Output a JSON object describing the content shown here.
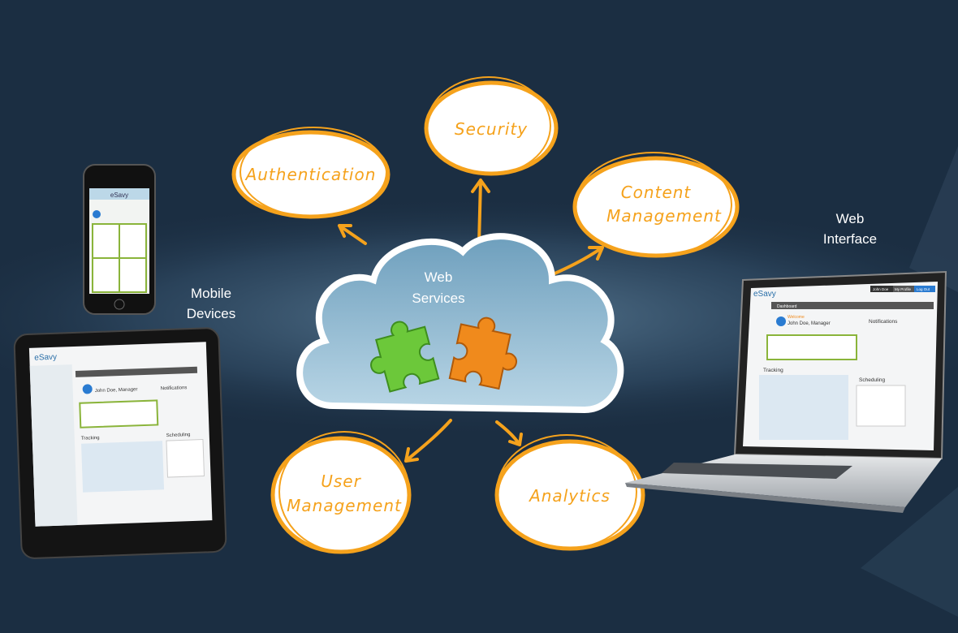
{
  "center": {
    "title_line1": "Web",
    "title_line2": "Services"
  },
  "labels": {
    "mobile_line1": "Mobile",
    "mobile_line2": "Devices",
    "web_line1": "Web",
    "web_line2": "Interface"
  },
  "features": {
    "authentication": "Authentication",
    "security": "Security",
    "content_line1": "Content",
    "content_line2": "Management",
    "user_line1": "User",
    "user_line2": "Management",
    "analytics": "Analytics"
  },
  "screen": {
    "brand": "eSavy",
    "welcome": "Welcome",
    "user": "John Doe, Manager",
    "notifications": "Notifications",
    "tracking": "Tracking",
    "scheduling": "Scheduling",
    "tab_dashboard": "Dashboard",
    "top_user": "John Doe",
    "top_profile": "My Profile",
    "top_logout": "Log Out"
  },
  "colors": {
    "background": "#1b2e42",
    "accent": "#f5a21c",
    "cloud": "#9cc3da",
    "puzzle_green": "#6cc83a",
    "puzzle_orange": "#f08a1c"
  }
}
